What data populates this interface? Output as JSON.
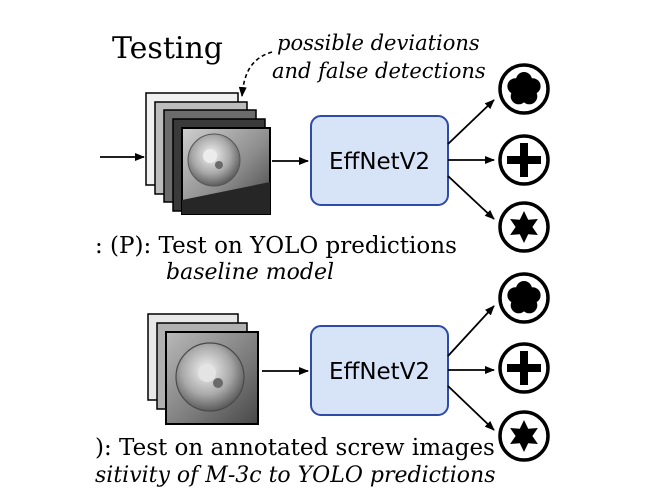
{
  "heading": "Testing",
  "annotation": {
    "line1": "possible deviations",
    "line2": "and false detections"
  },
  "top_pipeline": {
    "model_label": "EffNetV2",
    "caption_line1": ": (P): Test on YOLO predictions",
    "caption_line2": "baseline model",
    "outputs": [
      "flower-head-icon",
      "phillips-head-icon",
      "star-head-icon"
    ]
  },
  "bottom_pipeline": {
    "model_label": "EffNetV2",
    "caption_line1": "): Test on annotated screw images",
    "caption_line2": "sitivity of M-3c to YOLO predictions",
    "outputs": [
      "flower-head-icon",
      "phillips-head-icon",
      "star-head-icon"
    ]
  },
  "colors": {
    "model_fill": "#d7e3f7",
    "model_stroke": "#2f4aa7",
    "ink": "#000000"
  }
}
